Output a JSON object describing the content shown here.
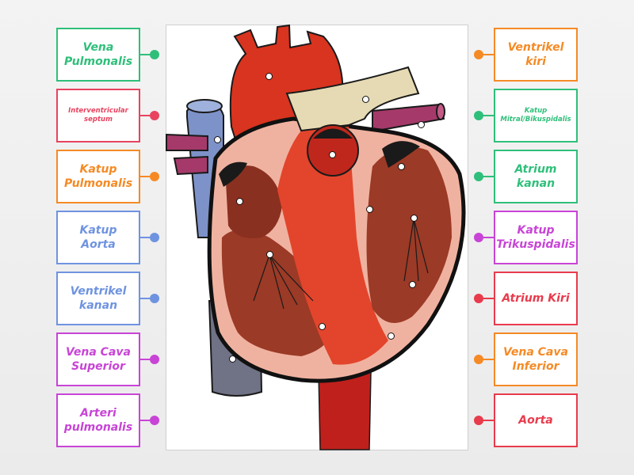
{
  "colors": {
    "green": "#2fbf7a",
    "pink": "#e8435f",
    "orange": "#f58a25",
    "blue": "#6f93e0",
    "purple": "#c844d6",
    "red": "#e83b4c"
  },
  "left_labels": [
    {
      "text": "Vena Pulmonalis",
      "color": "green"
    },
    {
      "text": "Interventricular septum",
      "color": "pink"
    },
    {
      "text": "Katup Pulmonalis",
      "color": "orange"
    },
    {
      "text": "Katup Aorta",
      "color": "blue"
    },
    {
      "text": "Ventrikel kanan",
      "color": "blue"
    },
    {
      "text": "Vena Cava Superior",
      "color": "purple"
    },
    {
      "text": "Arteri pulmonalis",
      "color": "purple"
    }
  ],
  "right_labels": [
    {
      "text": "Ventrikel kiri",
      "color": "orange"
    },
    {
      "text": "Katup Mitral/Bikuspidalis",
      "color": "green"
    },
    {
      "text": "Atrium kanan",
      "color": "green"
    },
    {
      "text": "Katup Trikuspidalis",
      "color": "purple"
    },
    {
      "text": "Atrium Kiri",
      "color": "red"
    },
    {
      "text": "Vena Cava Inferior",
      "color": "orange"
    },
    {
      "text": "Aorta",
      "color": "red"
    }
  ]
}
